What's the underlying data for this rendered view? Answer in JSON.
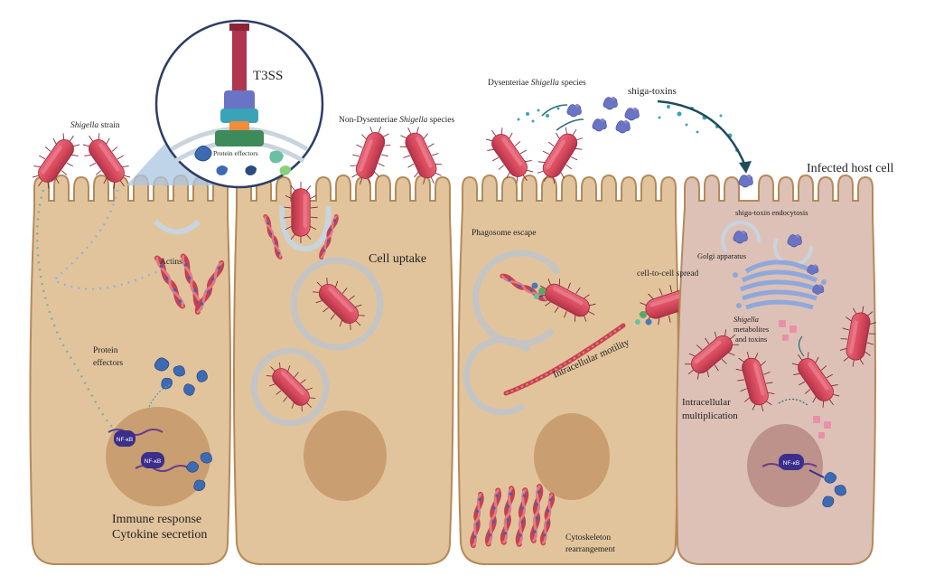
{
  "labels": {
    "shigella_strain": {
      "italic": "Shigella",
      "rest": " strain"
    },
    "t3ss": "T3SS",
    "protein_effectors_inset": "Protein effectors",
    "non_dysenteriae": {
      "pre": "Non-Dysenteriae ",
      "italic": "Shigella",
      "post": " species"
    },
    "dysenteriae": {
      "pre": "Dysenteriae ",
      "italic": "Shigella",
      "post": " species"
    },
    "shiga_toxins": "shiga-toxins",
    "infected_host_cell": "Infected host cell",
    "actins": "Actins",
    "protein_effectors_line1": "Protein",
    "protein_effectors_line2": "effectors",
    "nfkb": "NF-κB",
    "immune_response": "Immune response",
    "cytokine_secretion": "Cytokine secretion",
    "cell_uptake": "Cell uptake",
    "phagosome_escape": "Phagosome escape",
    "cell_to_cell_spread": "cell-to-cell spread",
    "intracellular_motility": "Intracellular motility",
    "cytoskeleton_line1": "Cytoskeleton",
    "cytoskeleton_line2": "rearrangement",
    "shiga_toxin_endocytosis": "shiga-toxin endocytosis",
    "golgi_apparatus": "Golgi apparatus",
    "shigella_metabolites_line1": "Shigella",
    "shigella_metabolites_line2": "metabolites",
    "shigella_metabolites_line3": "and toxins",
    "intracellular_multiplication_line1": "Intracellular",
    "intracellular_multiplication_line2": "multiplication"
  },
  "colors": {
    "cell_fill": "#e2c49c",
    "cell_stroke": "#b48a5a",
    "infected_cell_fill": "#ddc1b6",
    "nucleus": "#c79a6c",
    "infected_nucleus": "#b88d86",
    "bacterium": "#d94b5e",
    "bacterium_dark": "#a72c42",
    "vacuole": "#bfbfbf",
    "actin": "#d4535f",
    "effector_blue": "#3c6bb4",
    "nfkb": "#3a2f8a",
    "toxin_teal": "#3aa3b8"
  }
}
